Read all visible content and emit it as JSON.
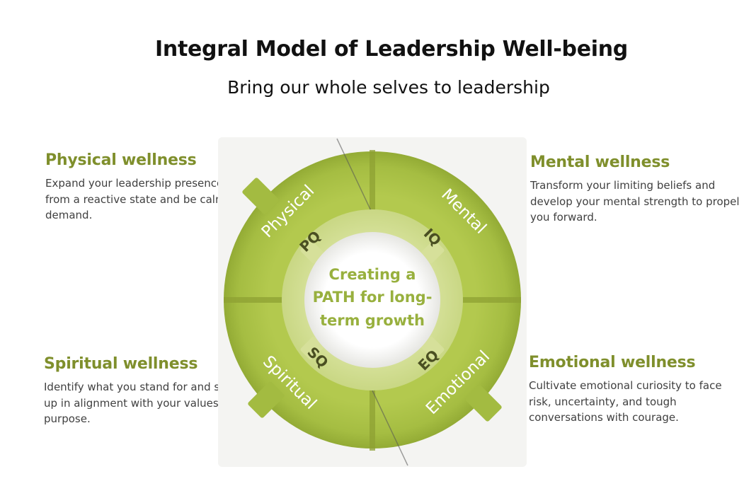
{
  "header": {
    "title": "Integral Model of Leadership Well-being",
    "subtitle": "Bring our whole selves to leadership"
  },
  "quadrants": {
    "physical": {
      "heading": "Physical wellness",
      "body": "Expand your leadership presence, shift from a reactive state and be calm on demand."
    },
    "mental": {
      "heading": "Mental wellness",
      "body": "Transform your limiting beliefs and develop your mental strength to propel you forward."
    },
    "spiritual": {
      "heading": "Spiritual wellness",
      "body": "Identify what you stand for and show up in alignment with your values and purpose."
    },
    "emotional": {
      "heading": "Emotional wellness",
      "body": "Cultivate emotional curiosity to face risk, uncertainty, and tough conversations with courage."
    }
  },
  "wheel": {
    "ring_labels": {
      "physical": "Physical",
      "mental": "Mental",
      "spiritual": "Spiritual",
      "emotional": "Emotional"
    },
    "q_labels": {
      "pq": "PQ",
      "iq": "IQ",
      "sq": "SQ",
      "eq": "EQ"
    },
    "center_lines": [
      "Creating a",
      "PATH for long-",
      "term growth"
    ]
  },
  "colors": {
    "heading_olive": "#7f8f2c",
    "ring_green": "#a9c046",
    "ring_dark": "#7f932a",
    "inner_ring": "#d2dd92",
    "center_text": "#98b03e",
    "body_text": "#404040"
  }
}
